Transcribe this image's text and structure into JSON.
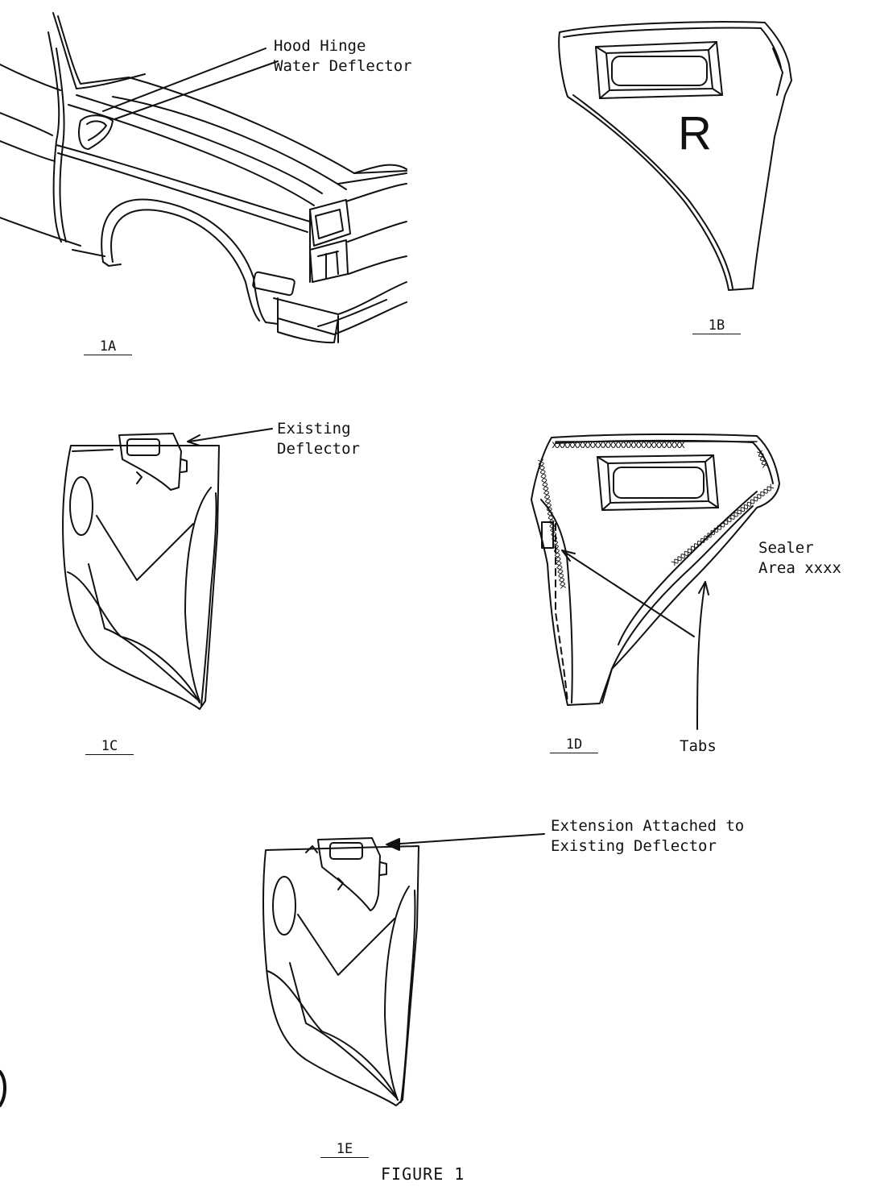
{
  "figure": {
    "title": "FIGURE 1"
  },
  "panels": {
    "p1a": {
      "caption": "1A"
    },
    "p1b": {
      "caption": "1B",
      "mark": "R"
    },
    "p1c": {
      "caption": "1C"
    },
    "p1d": {
      "caption": "1D"
    },
    "p1e": {
      "caption": "1E"
    }
  },
  "callouts": {
    "hood_hinge": [
      "Hood Hinge",
      "Water Deflector"
    ],
    "existing": [
      "Existing",
      "Deflector"
    ],
    "sealer": [
      "Sealer",
      "Area xxxx"
    ],
    "tabs": "Tabs",
    "extension": [
      "Extension Attached to",
      "Existing Deflector"
    ]
  }
}
